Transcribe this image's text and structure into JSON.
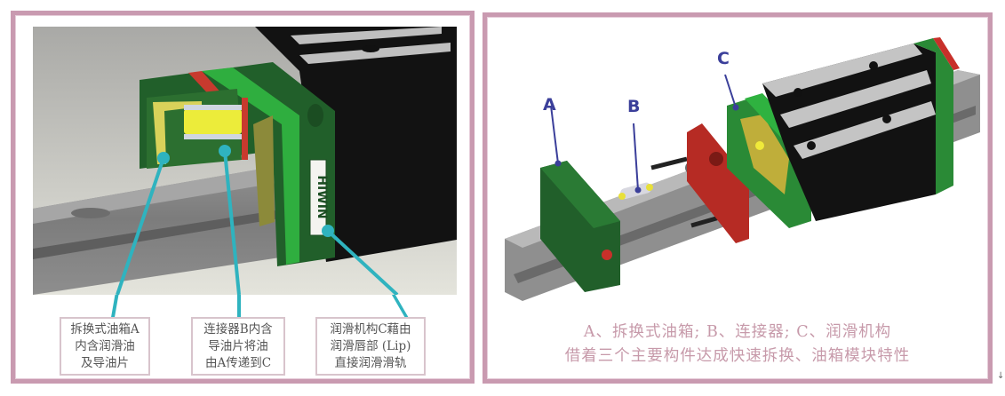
{
  "left_panel": {
    "brand_mark": "HIWIN",
    "callouts": [
      {
        "id": "A",
        "lines": [
          "拆换式油箱A",
          "内含润滑油",
          "及导油片"
        ]
      },
      {
        "id": "B",
        "lines": [
          "连接器B内含",
          "导油片将油",
          "由A传递到C"
        ]
      },
      {
        "id": "C",
        "lines": [
          "润滑机构C藉由",
          "润滑唇部 (Lip)",
          "直接润滑滑轨"
        ]
      }
    ]
  },
  "right_panel": {
    "part_labels": {
      "a": "A",
      "b": "B",
      "c": "C"
    },
    "caption": {
      "line1": "A、拆换式油箱; B、连接器; C、润滑机构",
      "line2": "借着三个主要构件达成快速拆换、油箱模块特性"
    }
  },
  "colors": {
    "frame_border": "#c99ab0",
    "callout_leader": "#2fb3bf",
    "label_blue": "#3b3f9a",
    "block_green": "#1e6b2c",
    "seal_red": "#c0302a",
    "caption_text": "#c79aaa"
  },
  "page_marker": "↓"
}
